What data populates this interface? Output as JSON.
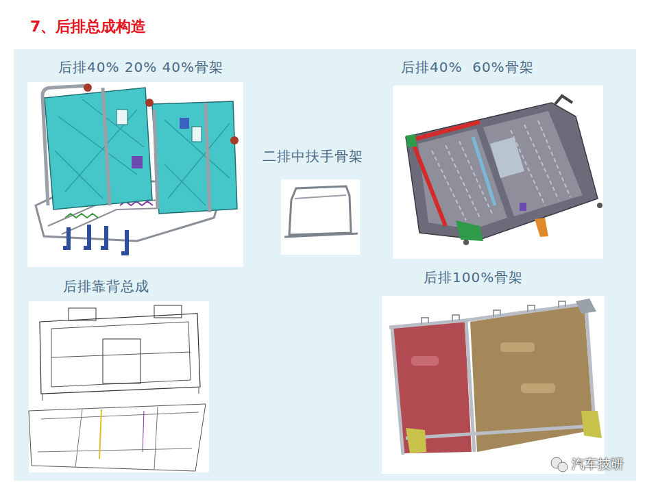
{
  "diagram": {
    "title": "7、后排总成构造",
    "nodes": [
      {
        "text": [
          "后排40% 20% 40%骨架"
        ]
      },
      {
        "text": [
          "二排中扶手骨架"
        ]
      },
      {
        "text": [
          "后排40%  60%骨架"
        ]
      },
      {
        "text": [
          "后排靠背总成"
        ]
      },
      {
        "text": [
          "后排100%骨架"
        ]
      }
    ],
    "labels": [
      "汽车技研"
    ]
  }
}
